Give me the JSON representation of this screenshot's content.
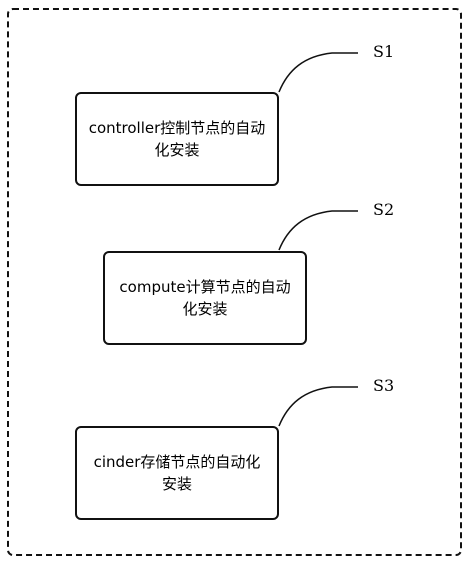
{
  "steps": [
    {
      "id": "S1",
      "text": "controller控制节点的自动化安装"
    },
    {
      "id": "S2",
      "text": "compute计算节点的自动化安装"
    },
    {
      "id": "S3",
      "text": "cinder存储节点的自动化安装"
    }
  ]
}
